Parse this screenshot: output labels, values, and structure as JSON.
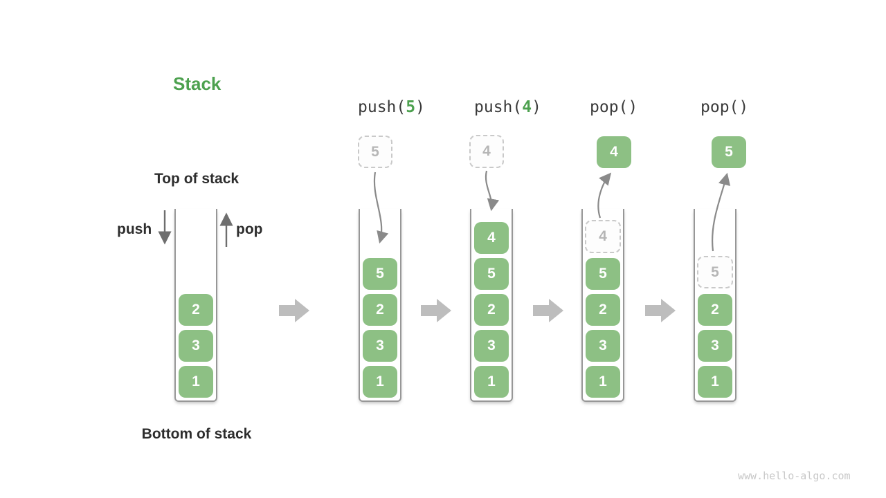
{
  "title": "Stack",
  "annotations": {
    "top_of_stack": "Top of stack",
    "bottom_of_stack": "Bottom of stack",
    "push_label": "push",
    "pop_label": "pop"
  },
  "operations": [
    {
      "prefix": "push(",
      "arg": "5",
      "suffix": ")"
    },
    {
      "prefix": "push(",
      "arg": "4",
      "suffix": ")"
    },
    {
      "prefix": "pop(",
      "arg": "",
      "suffix": ")"
    },
    {
      "prefix": "pop(",
      "arg": "",
      "suffix": ")"
    }
  ],
  "stacks": [
    {
      "elements": [
        "2",
        "3",
        "1"
      ]
    },
    {
      "pending_value": "5",
      "elements": [
        "5",
        "2",
        "3",
        "1"
      ]
    },
    {
      "pending_value": "4",
      "elements": [
        "4",
        "5",
        "2",
        "3",
        "1"
      ]
    },
    {
      "popped_value": "4",
      "ghost_value": "4",
      "elements": [
        "5",
        "2",
        "3",
        "1"
      ]
    },
    {
      "popped_value": "5",
      "ghost_value": "5",
      "elements": [
        "2",
        "3",
        "1"
      ]
    }
  ],
  "watermark": "www.hello-algo.com",
  "colors": {
    "element_green": "#8DC084",
    "accent_green": "#4DA14F",
    "curve_arrow_gray": "#8a8a8a",
    "direction_arrow_gray": "#6e6e6e",
    "flow_arrow_gray": "#bdbdbd",
    "well_border_gray": "#979797",
    "ghost_gray": "#b6b6b6"
  }
}
